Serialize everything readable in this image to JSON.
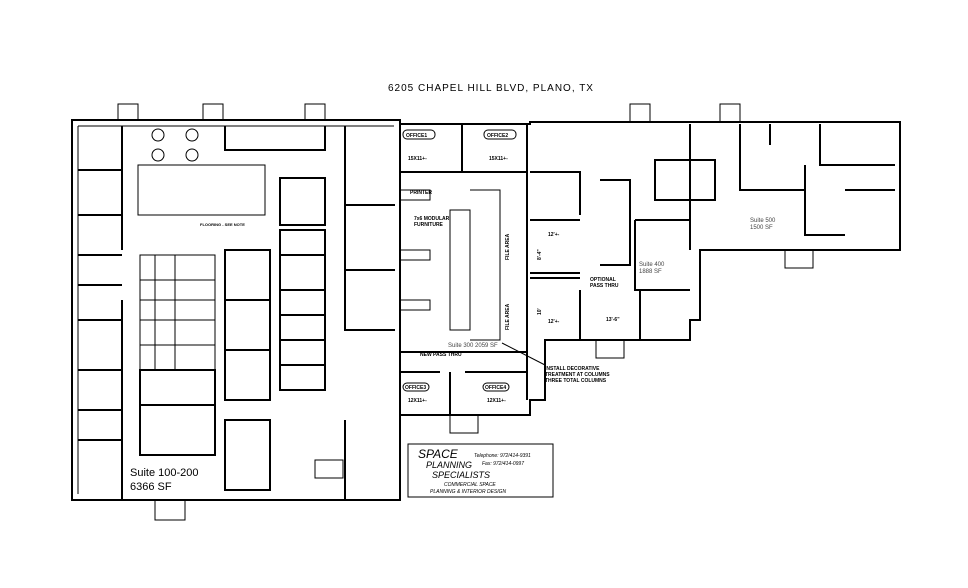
{
  "title": "6205 CHAPEL HILL BLVD, PLANO, TX",
  "suites": {
    "s100": {
      "name": "Suite 100-200",
      "area": "6366 SF"
    },
    "s300": "Suite 300 2059 SF",
    "s400": {
      "name": "Suite 400",
      "area": "1888 SF"
    },
    "s500": {
      "name": "Suite 500",
      "area": "1500 SF"
    }
  },
  "rooms": {
    "office1": "OFFICE1",
    "office1_size": "15X11+-",
    "office2": "OFFICE2",
    "office2_size": "15X11+-",
    "office3": "OFFICE3",
    "office3_size": "12X11+-",
    "office4": "OFFICE4",
    "office4_size": "12X11+-",
    "printer": "PRINTER",
    "modular": "7x6 MODULAR",
    "furniture": "FURNITURE",
    "file_area": "FILE AREA"
  },
  "notes": {
    "new_pass": "NEW PASS THRU",
    "optional1": "OPTIONAL",
    "optional2": "PASS THRU",
    "install1": "INSTALL DECORATIVE",
    "install2": "TREATMENT AT COLUMNS",
    "install3": "THREE TOTAL COLUMNS",
    "dim_12a": "12'+-",
    "dim_12b": "12'+-",
    "dim_8": "8'-4\"",
    "dim_10": "10'",
    "dim_13": "13'-6\"",
    "flooring": "FLOORING - SEE NOTE"
  },
  "logo": {
    "line1": "SPACE",
    "line2": "PLANNING",
    "line3": "SPECIALISTS",
    "phone": "Telephone: 972/414-9391",
    "fax": "Fax: 972/414-0997",
    "tag1": "COMMERCIAL SPACE",
    "tag2": "PLANNING & INTERIOR DESIGN"
  }
}
